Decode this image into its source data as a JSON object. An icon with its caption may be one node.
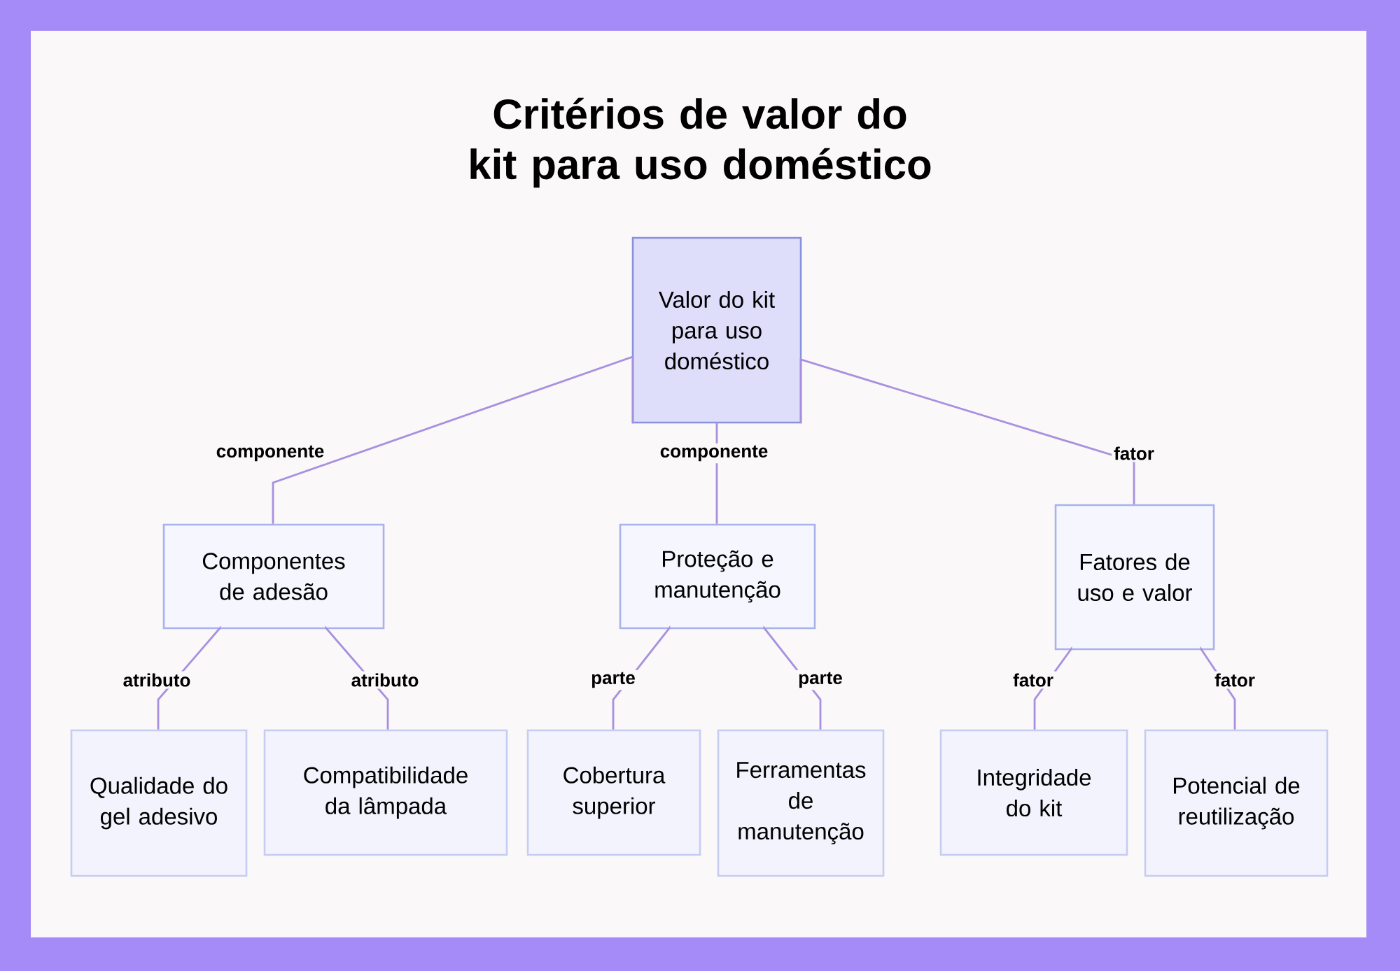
{
  "diagram": {
    "title": "Critérios de valor do kit para uso doméstico",
    "nodes": [
      {
        "text": [
          "Valor do kit para uso doméstico"
        ]
      },
      {
        "text": [
          "Componentes de adesão"
        ]
      },
      {
        "text": [
          "Proteção e manutenção"
        ]
      },
      {
        "text": [
          "Fatores de uso e valor"
        ]
      },
      {
        "text": [
          "Qualidade do gel adesivo"
        ]
      },
      {
        "text": [
          "Compatibilidade da lâmpada"
        ]
      },
      {
        "text": [
          "Cobertura superior"
        ]
      },
      {
        "text": [
          "Ferramentas de manutenção"
        ]
      },
      {
        "text": [
          "Integridade do kit"
        ]
      },
      {
        "text": [
          "Potencial de reutilização"
        ]
      }
    ],
    "edges": [
      {
        "from": 0,
        "to": 1,
        "arrow": "none",
        "label": "componente"
      },
      {
        "from": 0,
        "to": 2,
        "arrow": "none",
        "label": "componente"
      },
      {
        "from": 0,
        "to": 3,
        "arrow": "none",
        "label": "fator"
      },
      {
        "from": 1,
        "to": 4,
        "arrow": "none",
        "label": "atributo"
      },
      {
        "from": 1,
        "to": 5,
        "arrow": "none",
        "label": "atributo"
      },
      {
        "from": 2,
        "to": 6,
        "arrow": "none",
        "label": "parte"
      },
      {
        "from": 2,
        "to": 7,
        "arrow": "none",
        "label": "parte"
      },
      {
        "from": 3,
        "to": 8,
        "arrow": "none",
        "label": "fator"
      },
      {
        "from": 3,
        "to": 9,
        "arrow": "none",
        "label": "fator"
      }
    ]
  }
}
